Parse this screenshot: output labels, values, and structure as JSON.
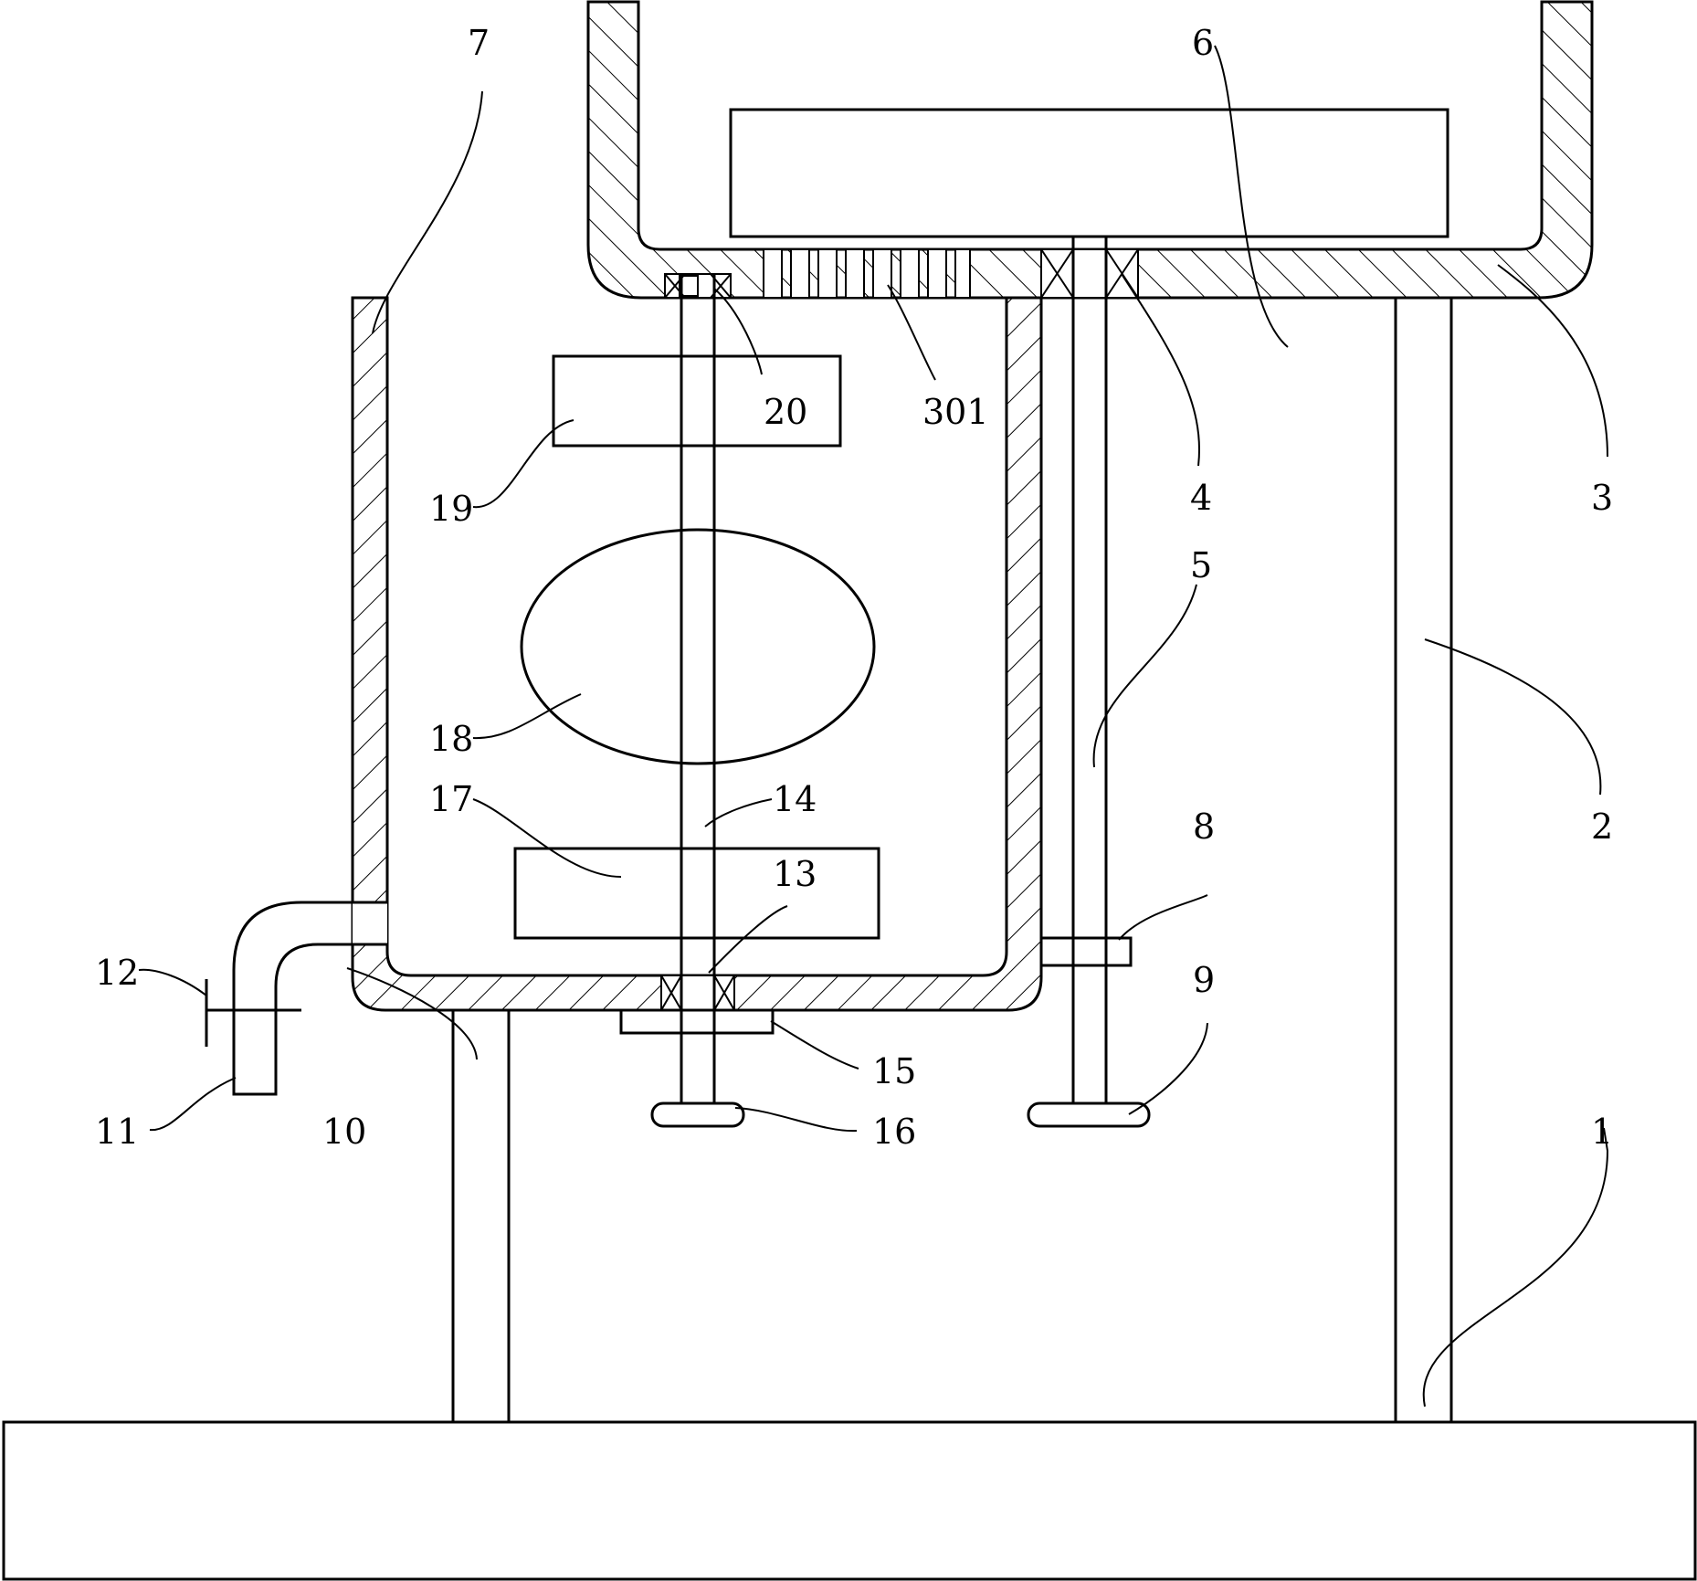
{
  "labels": {
    "n1": "1",
    "n2": "2",
    "n3": "3",
    "n4": "4",
    "n5": "5",
    "n6": "6",
    "n7": "7",
    "n8": "8",
    "n9": "9",
    "n10": "10",
    "n11": "11",
    "n12": "12",
    "n13": "13",
    "n14": "14",
    "n15": "15",
    "n16": "16",
    "n17": "17",
    "n18": "18",
    "n19": "19",
    "n20": "20",
    "n301": "301"
  }
}
